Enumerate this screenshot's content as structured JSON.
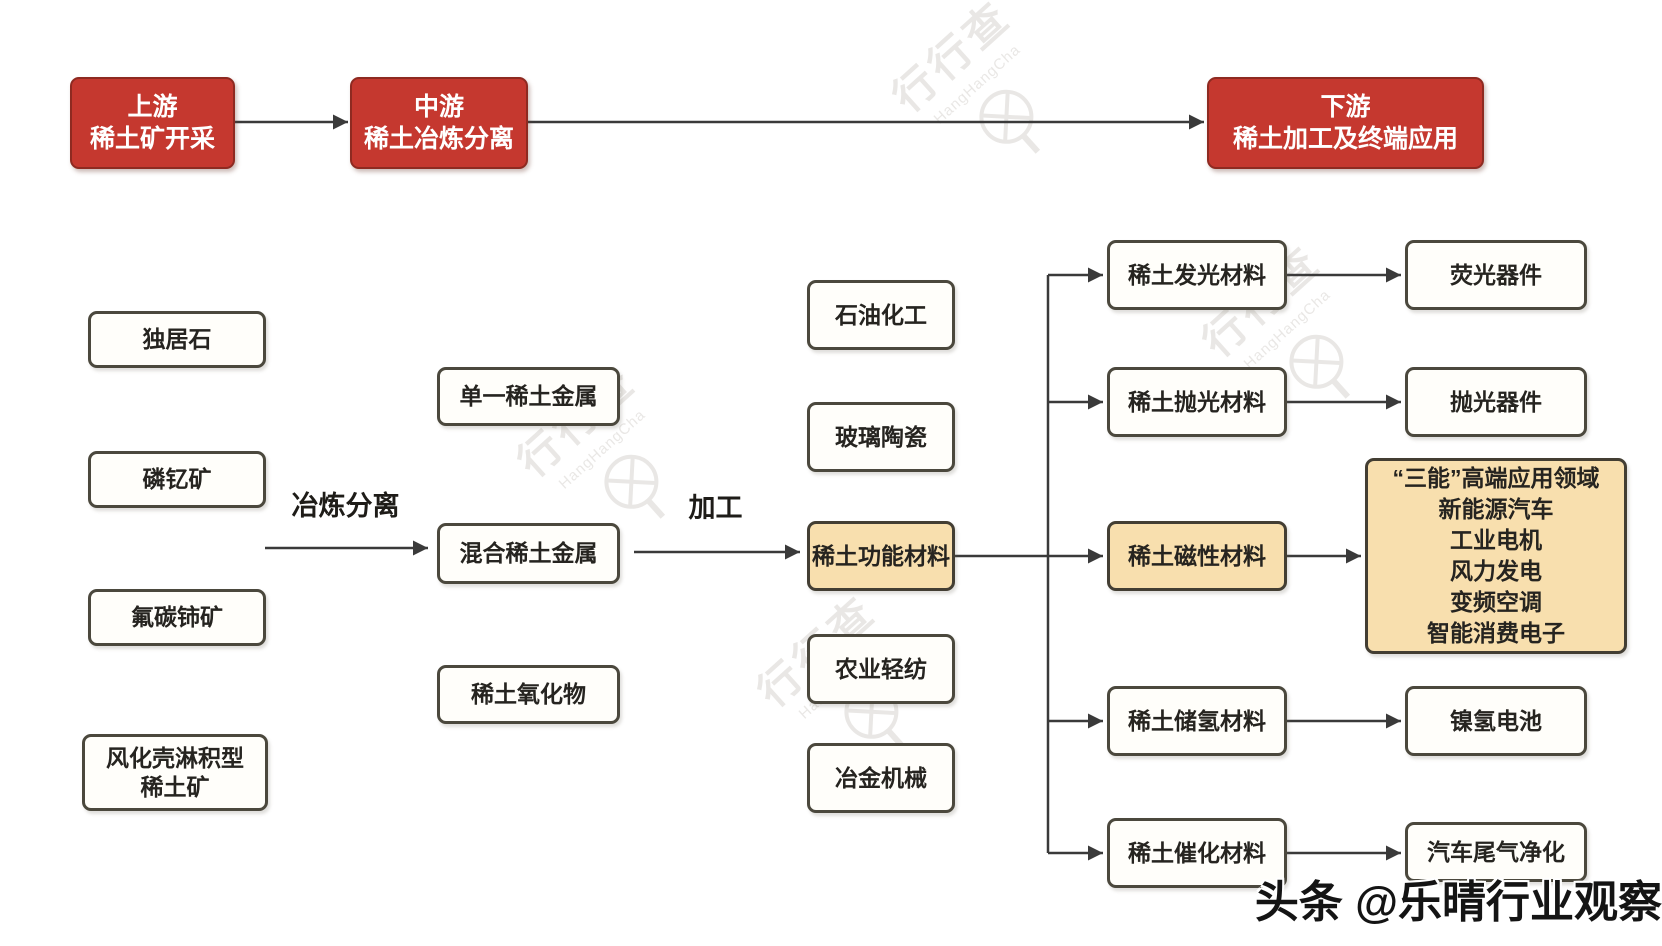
{
  "diagram": {
    "stages": {
      "upstream": "上游\n稀土矿开采",
      "midstream": "中游\n稀土冶炼分离",
      "downstream": "下游\n稀土加工及终端应用"
    },
    "ores": [
      "独居石",
      "磷钇矿",
      "氟碳铈矿",
      "风化壳淋积型\n稀土矿"
    ],
    "process_labels": {
      "smelting_separation": "冶炼分离",
      "processing": "加工"
    },
    "intermediates": [
      "单一稀土金属",
      "混合稀土金属",
      "稀土氧化物"
    ],
    "application_fields": [
      "石油化工",
      "玻璃陶瓷",
      "稀土功能材料",
      "农业轻纺",
      "冶金机械"
    ],
    "functional_materials": [
      "稀土发光材料",
      "稀土抛光材料",
      "稀土磁性材料",
      "稀土储氢材料",
      "稀土催化材料"
    ],
    "end_uses": [
      "荧光器件",
      "抛光器件",
      "镍氢电池",
      "汽车尾气净化"
    ],
    "magnetic_applications": "“三能”高端应用领域\n新能源汽车\n工业电机\n风力发电\n变频空调\n智能消费电子"
  },
  "watermark": {
    "brand": "行行查",
    "brand_en": "HangHangCha",
    "logo_icon": "circle-cross-seal-icon",
    "credit": "头条 @乐晴行业观察"
  },
  "colors": {
    "stage_red": "#c5382f",
    "stage_red_border": "#8e2a21",
    "highlight_tan": "#f8dfae",
    "node_fill": "#fffefa",
    "node_border": "#4b483d",
    "arrow": "#3a3a3a",
    "watermark_gray": "#d8d5d1"
  }
}
